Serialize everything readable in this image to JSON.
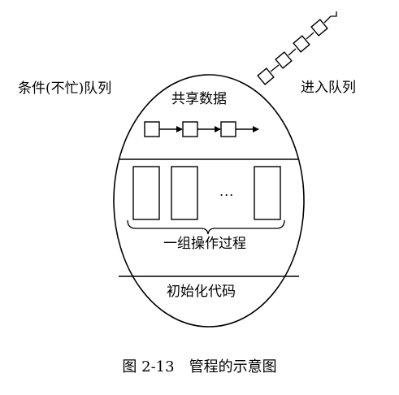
{
  "labels": {
    "condition_queue": "条件(不忙)队列",
    "entry_queue": "进入队列",
    "shared_data": "共享数据",
    "operations": "一组操作过程",
    "init_code": "初始化代码",
    "ellipsis": "..."
  },
  "caption": {
    "number": "图 2-13",
    "title": "管程的示意图"
  },
  "colors": {
    "stroke": "#000000",
    "background": "#ffffff"
  }
}
